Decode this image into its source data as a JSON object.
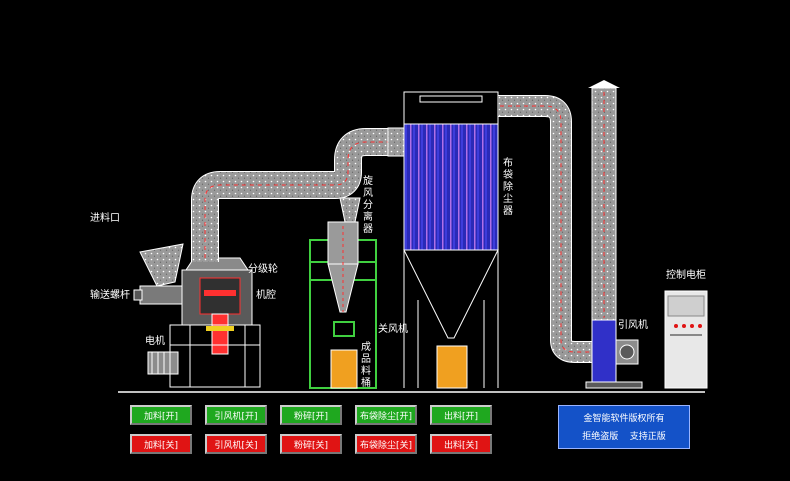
{
  "labels": {
    "feed_inlet": "进料口",
    "screw_conveyor": "输送螺杆",
    "motor": "电机",
    "classifier_wheel": "分级轮",
    "chamber": "机腔",
    "cyclone": "旋风分离器",
    "rotary_valve": "关风机",
    "product_bin": "成品料桶",
    "bag_filter": "布袋除尘器",
    "control_cabinet": "控制电柜",
    "induced_fan": "引风机"
  },
  "buttons": {
    "start": [
      {
        "label": "加料[开]"
      },
      {
        "label": "引风机[开]"
      },
      {
        "label": "粉碎[开]"
      },
      {
        "label": "布袋除尘[开]"
      },
      {
        "label": "出料[开]"
      }
    ],
    "stop": [
      {
        "label": "加料[关]"
      },
      {
        "label": "引风机[关]"
      },
      {
        "label": "粉碎[关]"
      },
      {
        "label": "布袋除尘[关]"
      },
      {
        "label": "出料[关]"
      }
    ]
  },
  "copyright": {
    "line1": "金智能软件版权所有",
    "line2": "拒绝盗版    支持正版"
  },
  "colors": {
    "start_button": "#1fa81f",
    "stop_button": "#e01414",
    "copyright_panel": "#1452c8",
    "duct": "#d8d8d8",
    "flow_arrow": "#ff3030",
    "bag_filter": "#3030c8",
    "product": "#f0a020",
    "frame": "#40d040"
  }
}
